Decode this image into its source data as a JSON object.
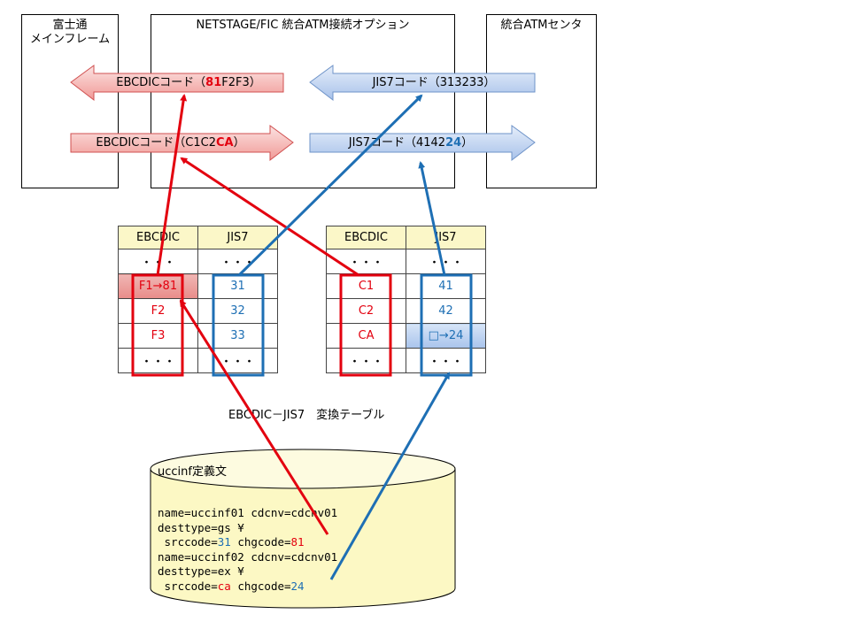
{
  "boxes": {
    "mainframe": "富士通\nメインフレーム",
    "option": "NETSTAGE/FIC  統合ATM接続オプション",
    "center": "統合ATMセンタ"
  },
  "arrows": {
    "ebcdic_in": {
      "prefix": "EBCDICコード（",
      "hl": "81",
      "rest": "F2F3）"
    },
    "ebcdic_out": {
      "prefix": "EBCDICコード（C1C2",
      "hl": "CA",
      "rest": "）"
    },
    "jis_in": {
      "text": "JIS7コード（313233）"
    },
    "jis_out": {
      "prefix": "JIS7コード（4142",
      "hl": "24",
      "rest": "）"
    }
  },
  "tables": {
    "headers": [
      "EBCDIC",
      "JIS7"
    ],
    "left_rows": [
      [
        "・・・",
        "・・・"
      ],
      [
        "F1→81",
        "31"
      ],
      [
        "F2",
        "32"
      ],
      [
        "F3",
        "33"
      ],
      [
        "・・・",
        "・・・"
      ]
    ],
    "right_rows": [
      [
        "・・・",
        "・・・"
      ],
      [
        "C1",
        "41"
      ],
      [
        "C2",
        "42"
      ],
      [
        "CA",
        "□→24"
      ],
      [
        "・・・",
        "・・・"
      ]
    ],
    "caption": "EBCDIC－JIS7　変換テーブル"
  },
  "statement": {
    "title": "uccinf定義文",
    "line1": "name=uccinf01 cdcnv=cdcnv01",
    "line2": "desttype=gs ¥",
    "line3a": " srccode=",
    "line3b": "31",
    "line3c": " chgcode=",
    "line3d": "81",
    "line4": "name=uccinf02 cdcnv=cdcnv01",
    "line5": "desttype=ex ¥",
    "line6a": " srccode=",
    "line6b": "ca",
    "line6c": " chgcode=",
    "line6d": "24"
  },
  "colors": {
    "red": "#e3000f",
    "blue": "#1e6fb4"
  }
}
